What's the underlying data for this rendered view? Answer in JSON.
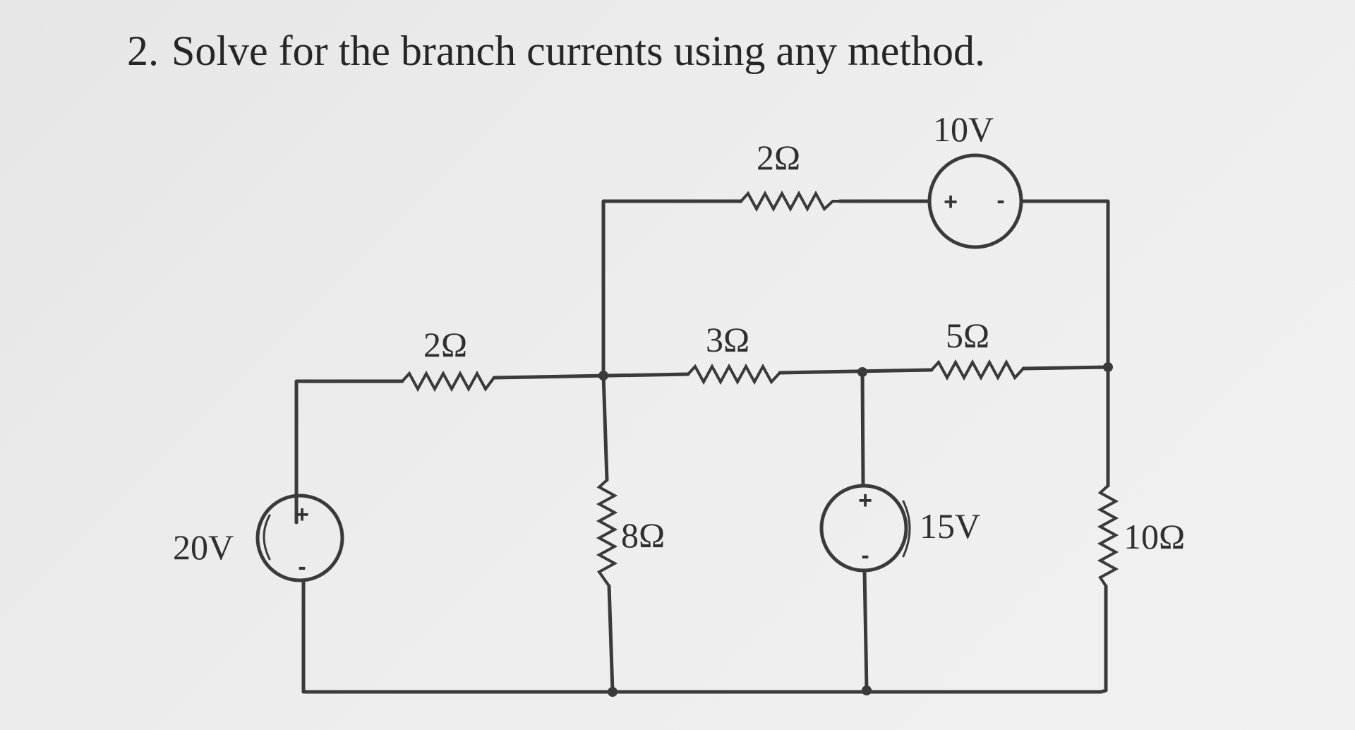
{
  "question": {
    "number": "2.",
    "text": "Solve for the branch currents using any method."
  },
  "components": {
    "r_top": "2Ω",
    "src_top": "10V",
    "r_left": "2Ω",
    "r_mid": "3Ω",
    "r_right": "5Ω",
    "src_left": "20V",
    "r_center": "8Ω",
    "src_center": "15V",
    "r_far_right": "10Ω"
  },
  "polarity": {
    "plus": "+",
    "minus": "-"
  }
}
